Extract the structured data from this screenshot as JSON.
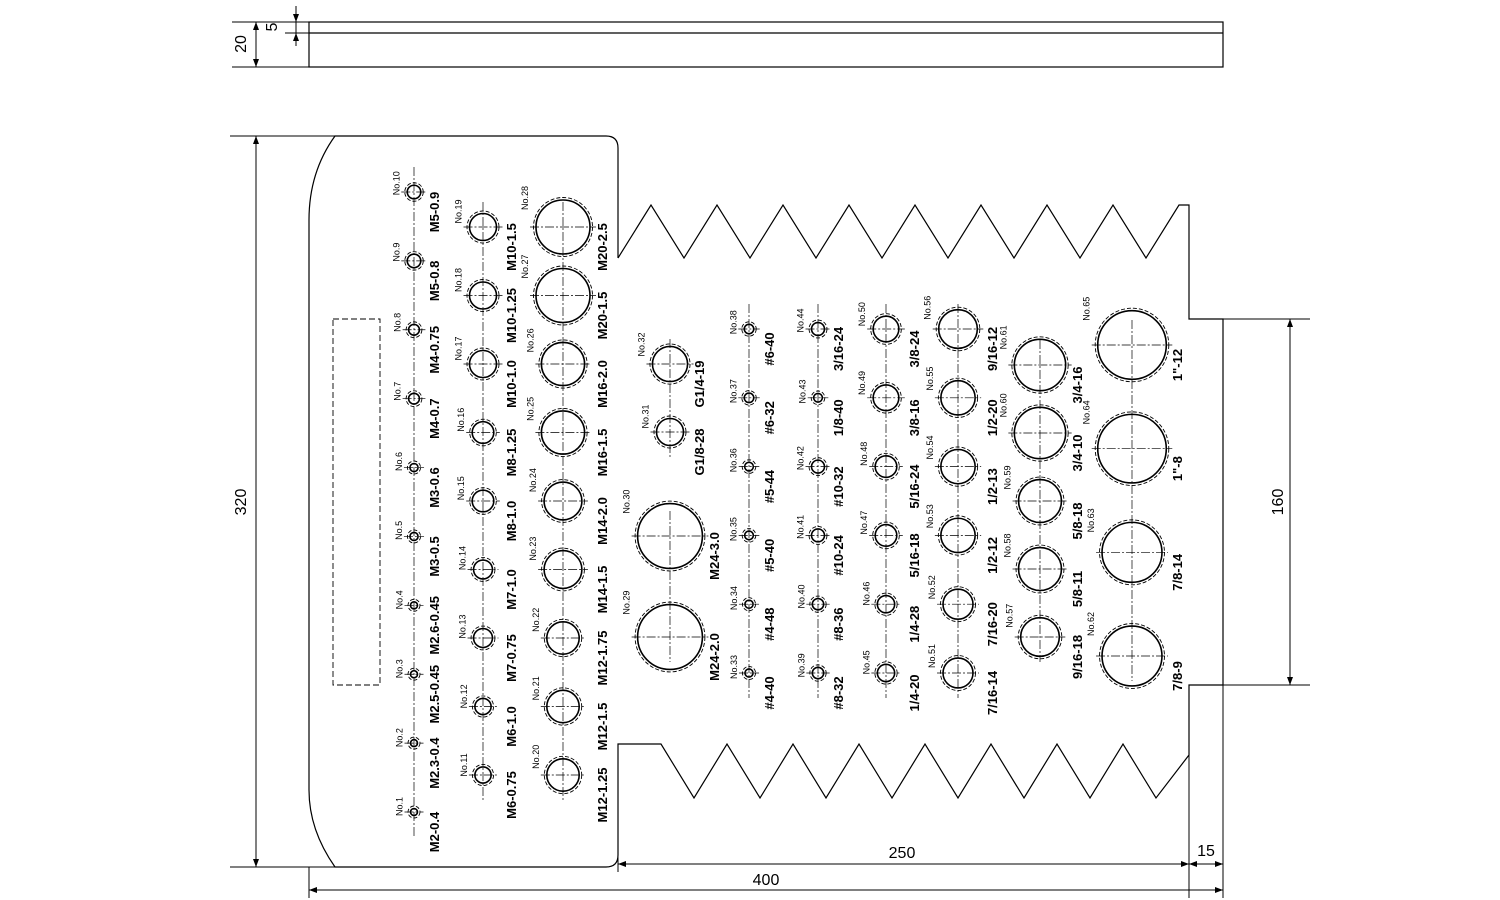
{
  "drawing": {
    "dimensions": {
      "flange_thickness": "5",
      "bar_thickness": "20",
      "total_height": "320",
      "inner_height": "160",
      "width_250": "250",
      "width_400": "400",
      "width_15": "15"
    },
    "holes": [
      {
        "no": "No.1",
        "label": "M2-0.4",
        "d": 0.2
      },
      {
        "no": "No.2",
        "label": "M2.3-0.4",
        "d": 0.23
      },
      {
        "no": "No.3",
        "label": "M2.5-0.45",
        "d": 0.25
      },
      {
        "no": "No.4",
        "label": "M2.6-0.45",
        "d": 0.26
      },
      {
        "no": "No.5",
        "label": "M3-0.5",
        "d": 0.3
      },
      {
        "no": "No.6",
        "label": "M3-0.6",
        "d": 0.3
      },
      {
        "no": "No.7",
        "label": "M4-0.7",
        "d": 0.4
      },
      {
        "no": "No.8",
        "label": "M4-0.75",
        "d": 0.4
      },
      {
        "no": "No.9",
        "label": "M5-0.8",
        "d": 0.5
      },
      {
        "no": "No.10",
        "label": "M5-0.9",
        "d": 0.5
      },
      {
        "no": "No.11",
        "label": "M6-0.75",
        "d": 0.6
      },
      {
        "no": "No.12",
        "label": "M6-1.0",
        "d": 0.6
      },
      {
        "no": "No.13",
        "label": "M7-0.75",
        "d": 0.7
      },
      {
        "no": "No.14",
        "label": "M7-1.0",
        "d": 0.7
      },
      {
        "no": "No.15",
        "label": "M8-1.0",
        "d": 0.8
      },
      {
        "no": "No.16",
        "label": "M8-1.25",
        "d": 0.8
      },
      {
        "no": "No.17",
        "label": "M10-1.0",
        "d": 1.0
      },
      {
        "no": "No.18",
        "label": "M10-1.25",
        "d": 1.0
      },
      {
        "no": "No.19",
        "label": "M10-1.5",
        "d": 1.0
      },
      {
        "no": "No.20",
        "label": "M12-1.25",
        "d": 1.2
      },
      {
        "no": "No.21",
        "label": "M12-1.5",
        "d": 1.2
      },
      {
        "no": "No.22",
        "label": "M12-1.75",
        "d": 1.2
      },
      {
        "no": "No.23",
        "label": "M14-1.5",
        "d": 1.4
      },
      {
        "no": "No.24",
        "label": "M14-2.0",
        "d": 1.4
      },
      {
        "no": "No.25",
        "label": "M16-1.5",
        "d": 1.6
      },
      {
        "no": "No.26",
        "label": "M16-2.0",
        "d": 1.6
      },
      {
        "no": "No.27",
        "label": "M20-1.5",
        "d": 2.0
      },
      {
        "no": "No.28",
        "label": "M20-2.5",
        "d": 2.0
      },
      {
        "no": "No.29",
        "label": "M24-2.0",
        "d": 2.4
      },
      {
        "no": "No.30",
        "label": "M24-3.0",
        "d": 2.4
      },
      {
        "no": "No.31",
        "label": "G1/8-28",
        "d": 1.0
      },
      {
        "no": "No.32",
        "label": "G1/4-19",
        "d": 1.3
      },
      {
        "no": "No.33",
        "label": "#4-40",
        "d": 0.3
      },
      {
        "no": "No.34",
        "label": "#4-48",
        "d": 0.3
      },
      {
        "no": "No.35",
        "label": "#5-40",
        "d": 0.32
      },
      {
        "no": "No.36",
        "label": "#5-44",
        "d": 0.32
      },
      {
        "no": "No.37",
        "label": "#6-32",
        "d": 0.35
      },
      {
        "no": "No.38",
        "label": "#6-40",
        "d": 0.35
      },
      {
        "no": "No.39",
        "label": "#8-32",
        "d": 0.42
      },
      {
        "no": "No.40",
        "label": "#8-36",
        "d": 0.42
      },
      {
        "no": "No.41",
        "label": "#10-24",
        "d": 0.48
      },
      {
        "no": "No.42",
        "label": "#10-32",
        "d": 0.48
      },
      {
        "no": "No.43",
        "label": "1/8-40",
        "d": 0.32
      },
      {
        "no": "No.44",
        "label": "3/16-24",
        "d": 0.48
      },
      {
        "no": "No.45",
        "label": "1/4-20",
        "d": 0.64
      },
      {
        "no": "No.46",
        "label": "1/4-28",
        "d": 0.64
      },
      {
        "no": "No.47",
        "label": "5/16-18",
        "d": 0.8
      },
      {
        "no": "No.48",
        "label": "5/16-24",
        "d": 0.8
      },
      {
        "no": "No.49",
        "label": "3/8-16",
        "d": 0.95
      },
      {
        "no": "No.50",
        "label": "3/8-24",
        "d": 0.95
      },
      {
        "no": "No.51",
        "label": "7/16-14",
        "d": 1.11
      },
      {
        "no": "No.52",
        "label": "7/16-20",
        "d": 1.11
      },
      {
        "no": "No.53",
        "label": "1/2-12",
        "d": 1.27
      },
      {
        "no": "No.54",
        "label": "1/2-13",
        "d": 1.27
      },
      {
        "no": "No.55",
        "label": "1/2-20",
        "d": 1.27
      },
      {
        "no": "No.56",
        "label": "9/16-12",
        "d": 1.43
      },
      {
        "no": "No.57",
        "label": "9/16-18",
        "d": 1.43
      },
      {
        "no": "No.58",
        "label": "5/8-11",
        "d": 1.59
      },
      {
        "no": "No.59",
        "label": "5/8-18",
        "d": 1.59
      },
      {
        "no": "No.60",
        "label": "3/4-10",
        "d": 1.9
      },
      {
        "no": "No.61",
        "label": "3/4-16",
        "d": 1.9
      },
      {
        "no": "No.62",
        "label": "7/8-9",
        "d": 2.22
      },
      {
        "no": "No.63",
        "label": "7/8-14",
        "d": 2.22
      },
      {
        "no": "No.64",
        "label": "1\"-8",
        "d": 2.54
      },
      {
        "no": "No.65",
        "label": "1\"-12",
        "d": 2.54
      }
    ]
  }
}
